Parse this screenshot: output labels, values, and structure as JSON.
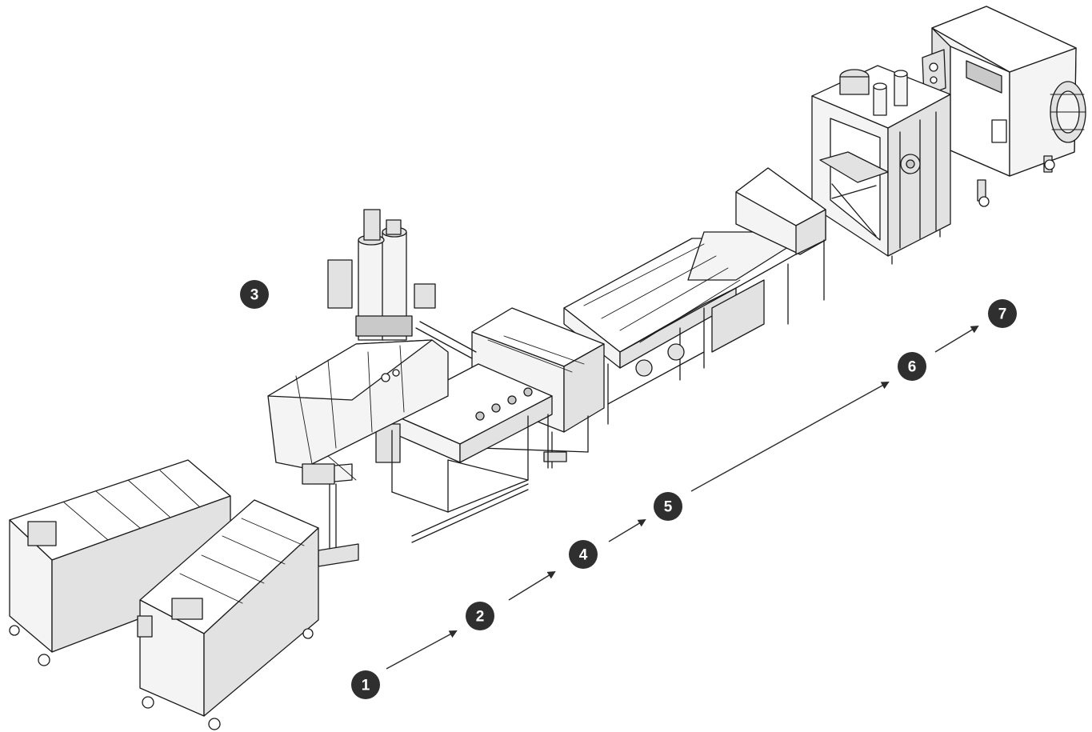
{
  "colors": {
    "badge_fill": "#2f2f2f",
    "badge_text": "#ffffff",
    "arrow": "#2b2b2b",
    "machine_line": "#1a1a1a",
    "machine_fill_light": "#f4f4f4",
    "machine_fill_mid": "#e2e2e2"
  },
  "markers": [
    {
      "id": "1",
      "label": "1"
    },
    {
      "id": "2",
      "label": "2"
    },
    {
      "id": "3",
      "label": "3"
    },
    {
      "id": "4",
      "label": "4"
    },
    {
      "id": "5",
      "label": "5"
    },
    {
      "id": "6",
      "label": "6"
    },
    {
      "id": "7",
      "label": "7"
    }
  ],
  "flow_sequence": [
    "1",
    "2",
    "4",
    "5",
    "6",
    "7"
  ]
}
